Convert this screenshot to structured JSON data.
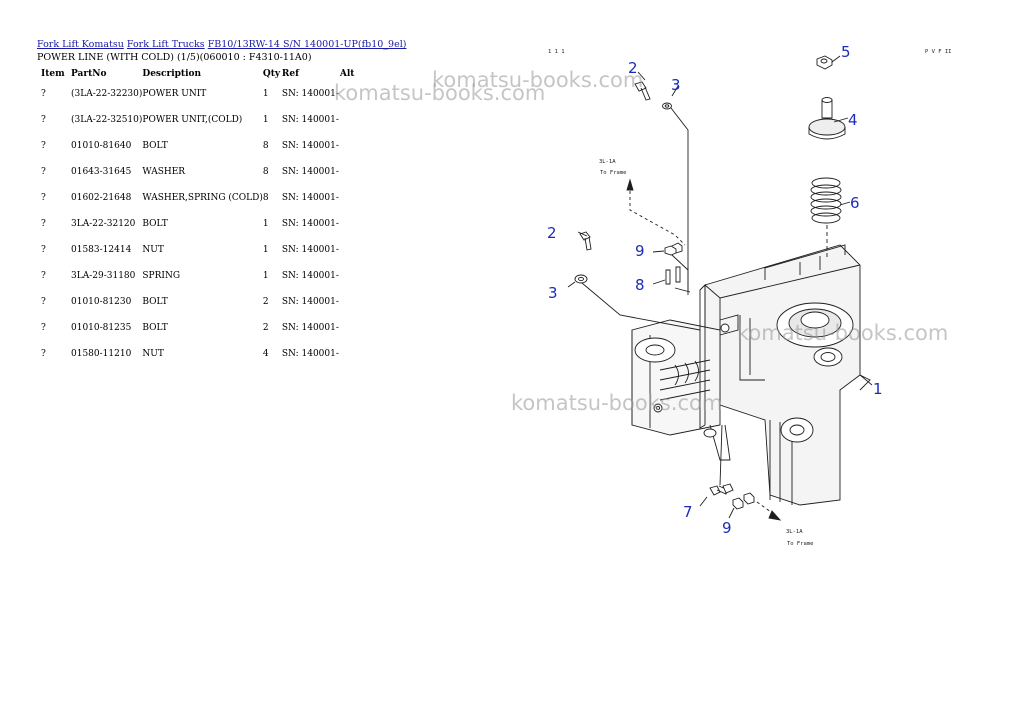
{
  "breadcrumb": {
    "link1": "Fork Lift Komatsu",
    "link2": "Fork Lift Trucks",
    "link3": "FB10/13RW-14 S/N 140001-UP(fb10_9el)"
  },
  "title": "POWER LINE (WITH COLD) (1/5)(060010 : F4310-11A0)",
  "table": {
    "headers": [
      "Item",
      "PartNo",
      "Description",
      "Qty",
      "Ref",
      "Alt"
    ],
    "rows": [
      [
        "?",
        "(3LA-22-32230)",
        "POWER UNIT",
        "1",
        "SN: 140001-",
        ""
      ],
      [
        "?",
        "(3LA-22-32510)",
        "POWER UNIT,(COLD)",
        "1",
        "SN: 140001-",
        ""
      ],
      [
        "?",
        "01010-81640",
        "BOLT",
        "8",
        "SN: 140001-",
        ""
      ],
      [
        "?",
        "01643-31645",
        "WASHER",
        "8",
        "SN: 140001-",
        ""
      ],
      [
        "?",
        "01602-21648",
        "WASHER,SPRING (COLD)",
        "8",
        "SN: 140001-",
        ""
      ],
      [
        "?",
        "3LA-22-32120",
        "BOLT",
        "1",
        "SN: 140001-",
        ""
      ],
      [
        "?",
        "01583-12414",
        "NUT",
        "1",
        "SN: 140001-",
        ""
      ],
      [
        "?",
        "3LA-29-31180",
        "SPRING",
        "1",
        "SN: 140001-",
        ""
      ],
      [
        "?",
        "01010-81230",
        "BOLT",
        "2",
        "SN: 140001-",
        ""
      ],
      [
        "?",
        "01010-81235",
        "BOLT",
        "2",
        "SN: 140001-",
        ""
      ],
      [
        "?",
        "01580-11210",
        "NUT",
        "4",
        "SN: 140001-",
        ""
      ]
    ]
  },
  "diagram": {
    "callouts": [
      "1",
      "2",
      "3",
      "4",
      "5",
      "6",
      "7",
      "8",
      "9",
      "2",
      "3",
      "9"
    ],
    "top_marks": "1 1 1",
    "corner_mark": "P V F II",
    "note_top_line1": "3L-1A",
    "note_top_line2": "To Frame",
    "note_bottom_line1": "3L-1A",
    "note_bottom_line2": "To Frame"
  },
  "watermark": "komatsu-books.com",
  "colors": {
    "link": "#1a1aa6",
    "callout": "#1c2cb8",
    "watermark": "#969696"
  }
}
